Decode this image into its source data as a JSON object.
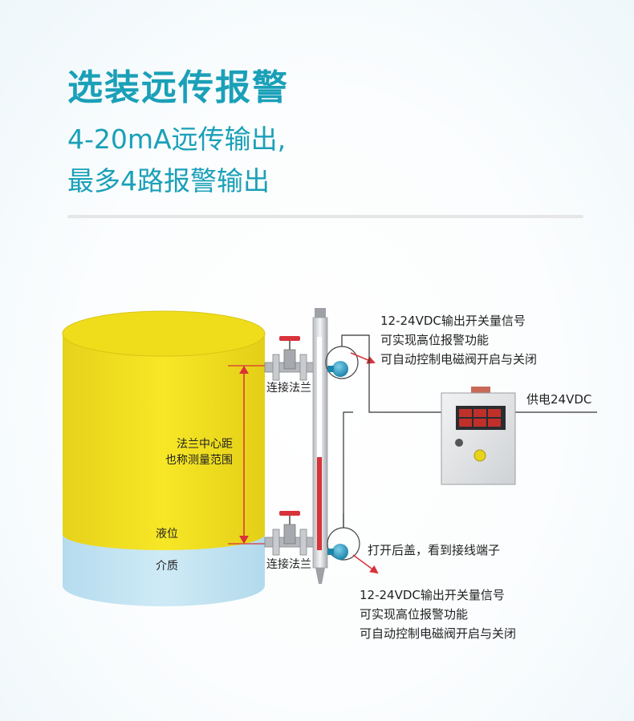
{
  "header": {
    "title": "选装远传报警",
    "subtitle_line1": "4-20mA远传输出,",
    "subtitle_line2": "最多4路报警输出"
  },
  "diagram": {
    "upper_signal": {
      "line1": "12-24VDC输出开关量信号",
      "line2": "可实现高位报警功能",
      "line3": "可自动控制电磁阀开启与关闭"
    },
    "lower_signal": {
      "line1": "12-24VDC输出开关量信号",
      "line2": "可实现高位报警功能",
      "line3": "可自动控制电磁阀开启与关闭"
    },
    "power_label": "供电24VDC",
    "flange_upper": "连接法兰",
    "flange_lower": "连接法兰",
    "range_line1": "法兰中心距",
    "range_line2": "也称测量范围",
    "liquid_level": "液位",
    "medium": "介质",
    "wiring_note": "打开后盖，看到接线端子"
  },
  "colors": {
    "accent": "#1aa0b8",
    "tank_top_liquid": "#f2e21c",
    "tank_medium": "#bfe3f2",
    "marker_red": "#d9323a"
  }
}
